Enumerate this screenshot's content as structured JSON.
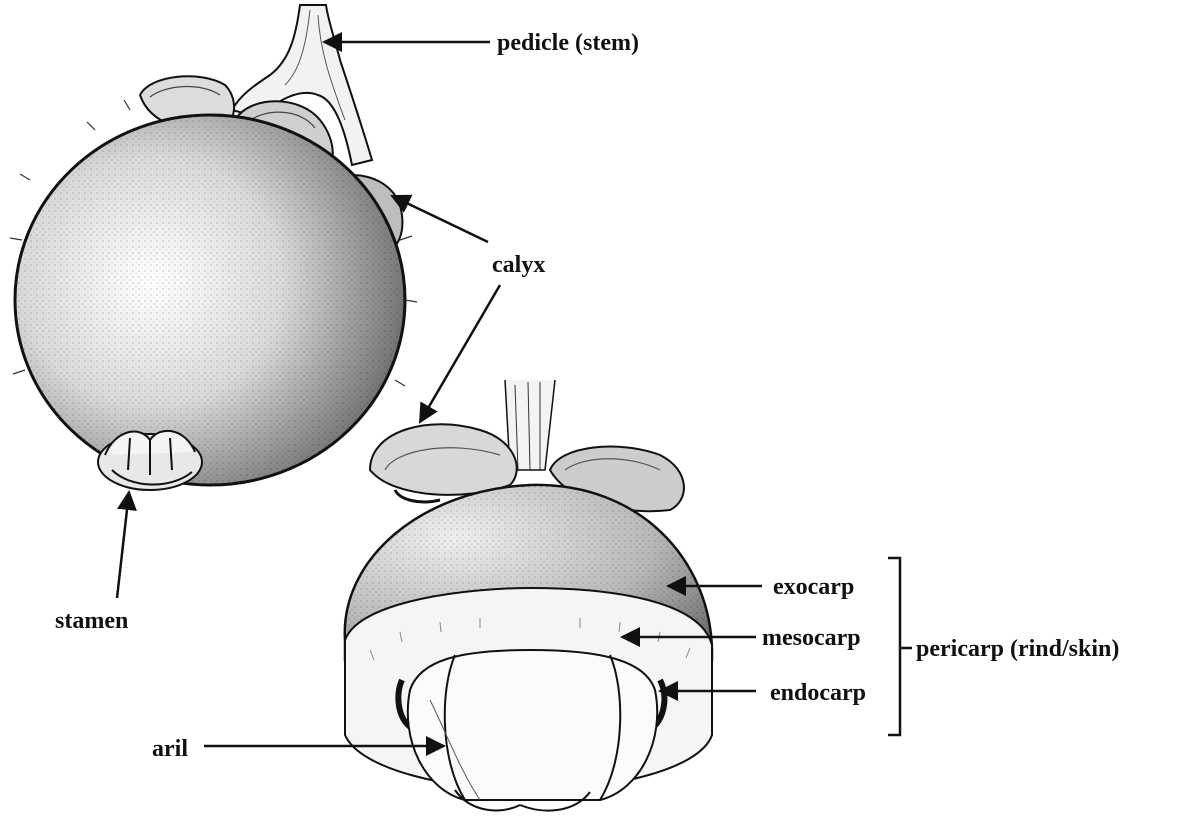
{
  "labels": {
    "pedicle": "pedicle (stem)",
    "calyx": "calyx",
    "stamen": "stamen",
    "exocarp": "exocarp",
    "mesocarp": "mesocarp",
    "endocarp": "endocarp",
    "pericarp": "pericarp (rind/skin)",
    "aril": "aril"
  },
  "colors": {
    "ink": "#111111",
    "background": "#ffffff"
  }
}
